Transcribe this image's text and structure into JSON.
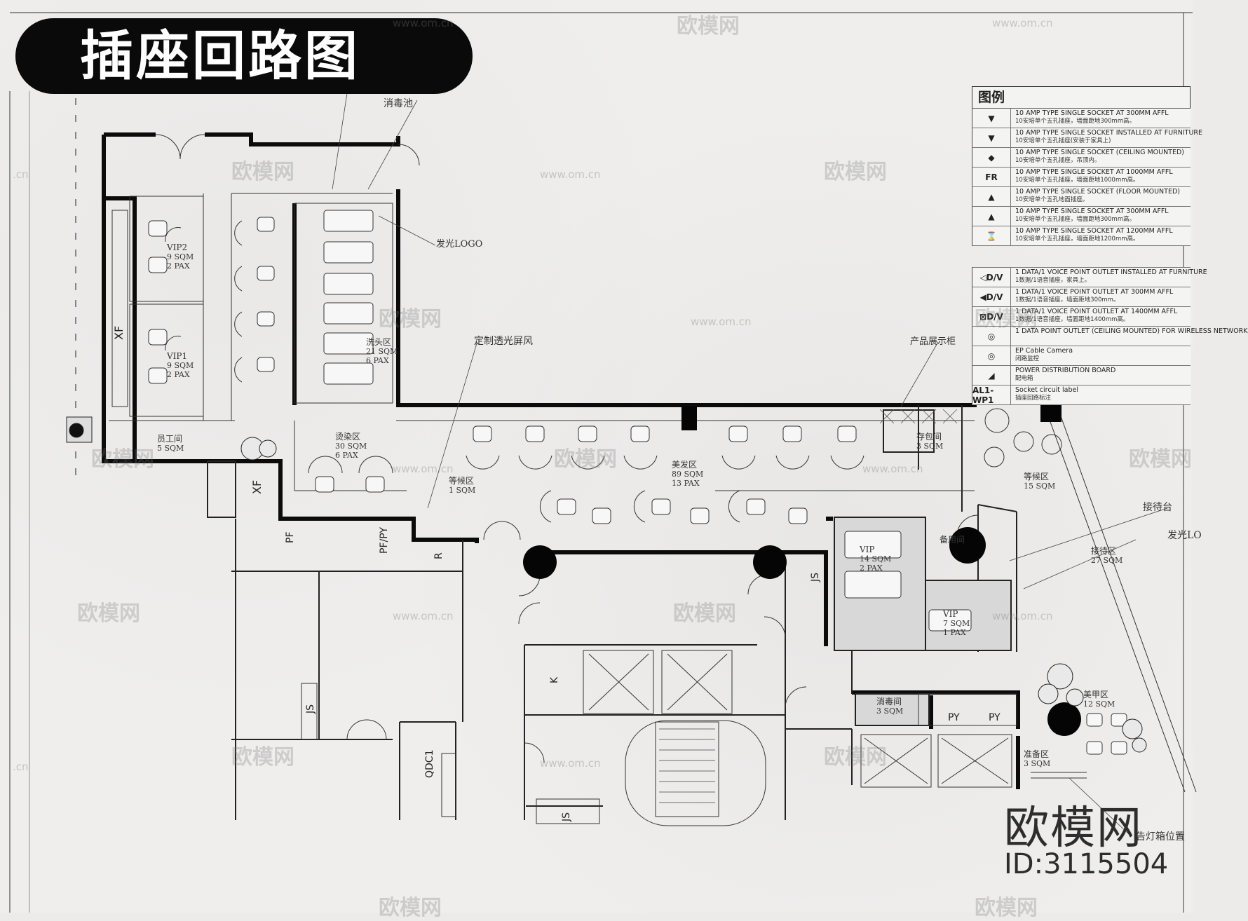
{
  "title": "插座回路图",
  "legend": {
    "heading": "图例",
    "rows": [
      {
        "symbol": "▼",
        "en": "10 AMP  TYPE SINGLE  SOCKET AT 300MM AFFL",
        "cn": "10安培单个五孔插座，墙面距地300mm高。"
      },
      {
        "symbol": "▼",
        "en": "10 AMP  TYPE SINGLE SOCKET INSTALLED AT FURNITURE",
        "cn": "10安培单个五孔插座(安装于家具上)"
      },
      {
        "symbol": "◆",
        "en": "10 AMP  TYPE SINGLE SOCKET (CEILING MOUNTED)",
        "cn": "10安培单个五孔插座，吊顶内。"
      },
      {
        "symbol": "FR",
        "en": "10 AMP  TYPE SINGLE  SOCKET AT 1000MM AFFL",
        "cn": "10安培单个五孔插座，墙面距地1000mm高。"
      },
      {
        "symbol": "▲",
        "en": "10 AMP  TYPE SINGLE SOCKET (FLOOR MOUNTED)",
        "cn": "10安培单个五孔地面插座。"
      },
      {
        "symbol": "▲",
        "en": "10 AMP  TYPE SINGLE  SOCKET AT 300MM AFFL",
        "cn": "10安培单个五孔插座，墙面距地300mm高。"
      },
      {
        "symbol": "⌛",
        "en": "10 AMP  TYPE SINGLE  SOCKET AT 1200MM AFFL",
        "cn": "10安培单个五孔插座，墙面距地1200mm高。"
      }
    ],
    "rows2": [
      {
        "symbol": "◁D/V",
        "en": "1 DATA/1 VOICE POINT OUTLET INSTALLED AT FURNITURE",
        "cn": "1数据/1语音插座，家具上。"
      },
      {
        "symbol": "◀D/V",
        "en": "1 DATA/1 VOICE POINT OUTLET AT 300MM AFFL",
        "cn": "1数据/1语音插座，墙面距地300mm。"
      },
      {
        "symbol": "⊠D/V",
        "en": "1 DATA/1 VOICE POINT OUTLET AT 1400MM AFFL",
        "cn": "1数据/1语音插座，墙面距地1400mm高。"
      },
      {
        "symbol": "◎",
        "en": "1 DATA POINT OUTLET (CEILING MOUNTED) FOR WIRELESS NETWORK",
        "cn": ""
      },
      {
        "symbol": "◎",
        "en": "EP Cable Camera",
        "cn": "闭路监控"
      },
      {
        "symbol": "◢",
        "en": "POWER DISTRIBUTION BOARD",
        "cn": "配电箱"
      },
      {
        "symbol": "AL1-WP1",
        "en": "Socket circuit label",
        "cn": "插座回路标注"
      }
    ]
  },
  "rooms": [
    {
      "name": "VIP2",
      "area": "9 SQM",
      "pax": "2 PAX"
    },
    {
      "name": "VIP1",
      "area": "9 SQM",
      "pax": "2 PAX"
    },
    {
      "name": "员工间",
      "area": "5 SQM",
      "pax": ""
    },
    {
      "name": "洗头区",
      "area": "21 SQM",
      "pax": "6 PAX"
    },
    {
      "name": "烫染区",
      "area": "30 SQM",
      "pax": "6 PAX"
    },
    {
      "name": "美发区",
      "area": "89 SQM",
      "pax": "13 PAX"
    },
    {
      "name": "等候区",
      "area": "1 SQM",
      "pax": ""
    },
    {
      "name": "存包间",
      "area": "3 SQM",
      "pax": ""
    },
    {
      "name": "等候区",
      "area": "15 SQM",
      "pax": ""
    },
    {
      "name": "接待区",
      "area": "27 SQM",
      "pax": ""
    },
    {
      "name": "VIP",
      "area": "14 SQM",
      "pax": "2 PAX"
    },
    {
      "name": "VIP",
      "area": "7 SQM",
      "pax": "1 PAX"
    },
    {
      "name": "备用间",
      "area": "",
      "pax": ""
    },
    {
      "name": "美甲区",
      "area": "12 SQM",
      "pax": ""
    },
    {
      "name": "准备区",
      "area": "3 SQM",
      "pax": ""
    },
    {
      "name": "消毒间",
      "area": "3 SQM",
      "pax": ""
    }
  ],
  "annotations": {
    "disinfect_pool": "消毒池",
    "logo": "发光LOGO",
    "screen": "定制透光屏风",
    "display": "产品展示柜",
    "reception_desk": "接待台",
    "logo2": "发光LO",
    "lightbox": "告灯箱位置",
    "xf1": "XF",
    "xf2": "XF",
    "pf": "PF",
    "pfpy": "PF/PY",
    "r": "R",
    "js1": "JS",
    "js2": "JS",
    "js3": "JS",
    "k": "K",
    "qdc": "QDC1",
    "py1": "PY",
    "py2": "PY"
  },
  "watermark": {
    "brand": "欧模网",
    "url": "www.om.cn",
    "url_short": ".cn"
  },
  "brand_mark": "欧模网",
  "brand_id": "ID:3115504"
}
